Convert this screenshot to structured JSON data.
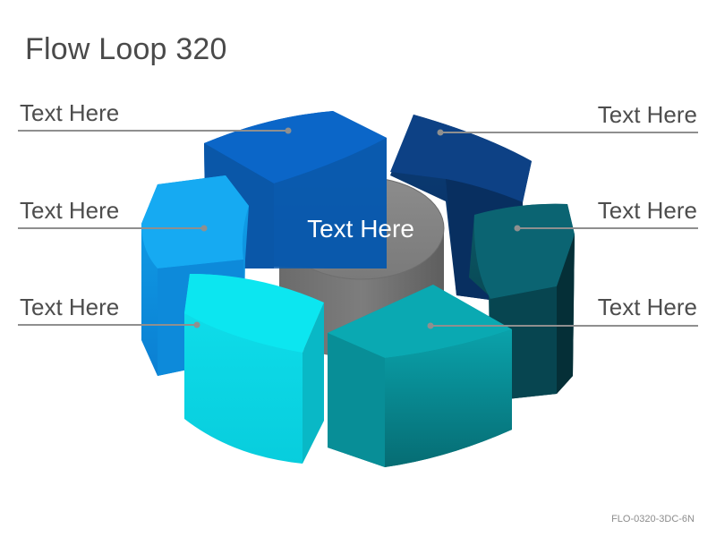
{
  "title": "Flow Loop 320",
  "footer_code": "FLO-0320-3DC-6N",
  "center_label": "Text Here",
  "labels": {
    "left_top": "Text Here",
    "left_middle": "Text Here",
    "left_bottom": "Text Here",
    "right_top": "Text Here",
    "right_middle": "Text Here",
    "right_bottom": "Text Here"
  },
  "colors": {
    "segment_blue": "#0a64c2",
    "segment_navy": "#0c3f7d",
    "segment_sky": "#12a6ee",
    "segment_teal_dark": "#0a5a6a",
    "segment_cyan": "#0bd6e2",
    "segment_teal": "#0a9ea8",
    "center_cylinder": "#7a7a7a",
    "connector_line": "#8a8a8a"
  }
}
